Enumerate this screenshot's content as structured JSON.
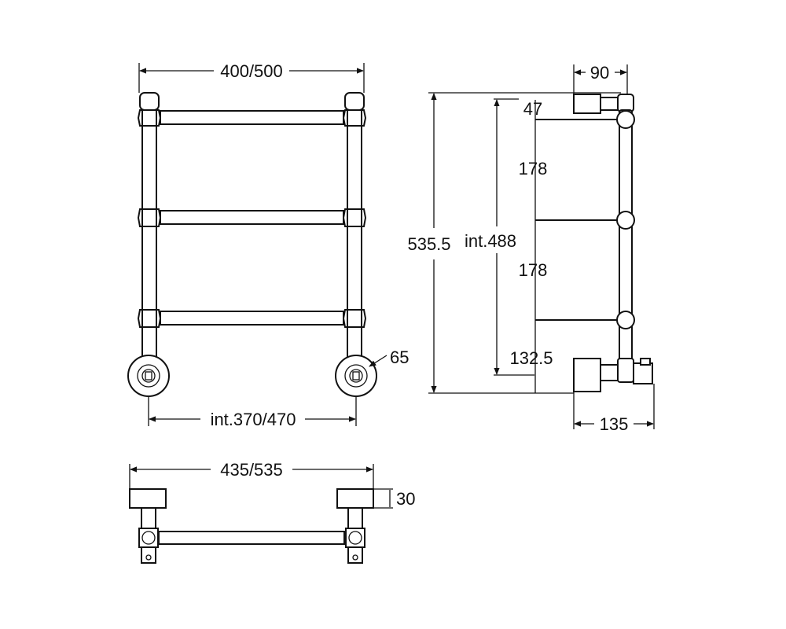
{
  "colors": {
    "line": "#111111",
    "background": "#ffffff"
  },
  "front_view": {
    "width_label": "400/500",
    "inner_width_label": "int.370/470",
    "valve_label": "65"
  },
  "side_view": {
    "depth_label": "90",
    "height_label": "535.5",
    "inner_height_label": "int.488",
    "top_offset_label": "47",
    "spacing_upper_label": "178",
    "spacing_lower_label": "178",
    "bottom_offset_label": "132.5",
    "valve_depth_label": "135"
  },
  "plan_view": {
    "width_label": "435/535",
    "bracket_depth_label": "30"
  }
}
